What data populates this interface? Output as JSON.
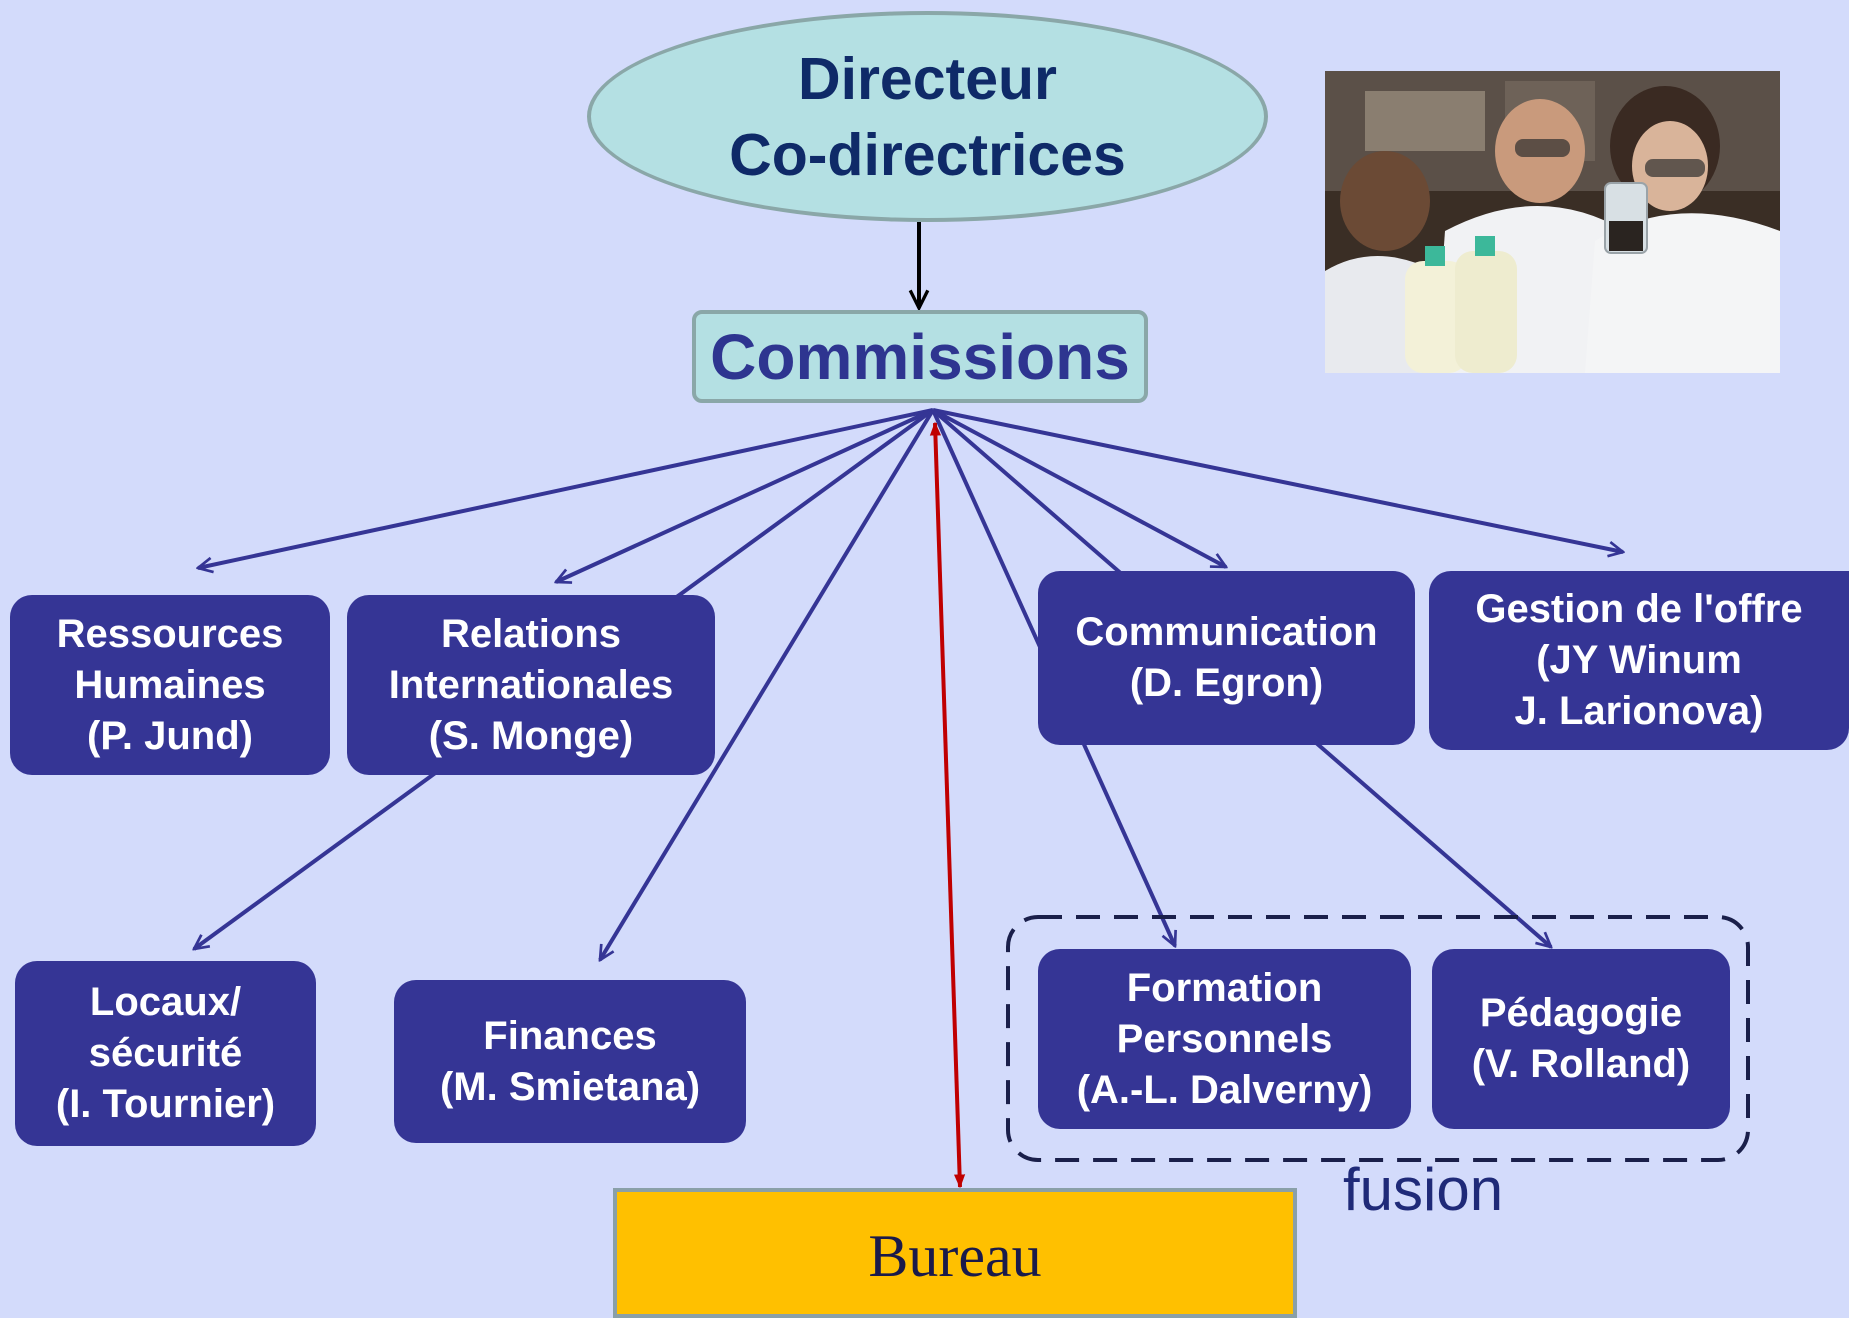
{
  "top": {
    "line1": "Directeur",
    "line2": "Co-directrices"
  },
  "commissions": {
    "label": "Commissions"
  },
  "nodes": {
    "rh": [
      "Ressources",
      "Humaines",
      "(P. Jund)"
    ],
    "ri": [
      "Relations",
      "Internationales",
      "(S. Monge)"
    ],
    "communication": [
      "Communication",
      "(D. Egron)"
    ],
    "gestion": [
      "Gestion de l'offre",
      "(JY Winum",
      "J. Larionova)"
    ],
    "locaux": [
      "Locaux/",
      "sécurité",
      "(I. Tournier)"
    ],
    "finances": [
      "Finances",
      "(M. Smietana)"
    ],
    "formation": [
      "Formation",
      "Personnels",
      "(A.-L. Dalverny)"
    ],
    "pedagogie": [
      "Pédagogie",
      "(V. Rolland)"
    ]
  },
  "fusion_label": "fusion",
  "bureau": {
    "label": "Bureau"
  },
  "colors": {
    "background": "#d3dbfb",
    "box": "#353595",
    "ellipse": "#b4e0e3",
    "bureau": "#ffc000",
    "arrow_blue": "#353595",
    "arrow_red": "#c00000"
  },
  "photo": {
    "description_icon": "lab-photo"
  }
}
